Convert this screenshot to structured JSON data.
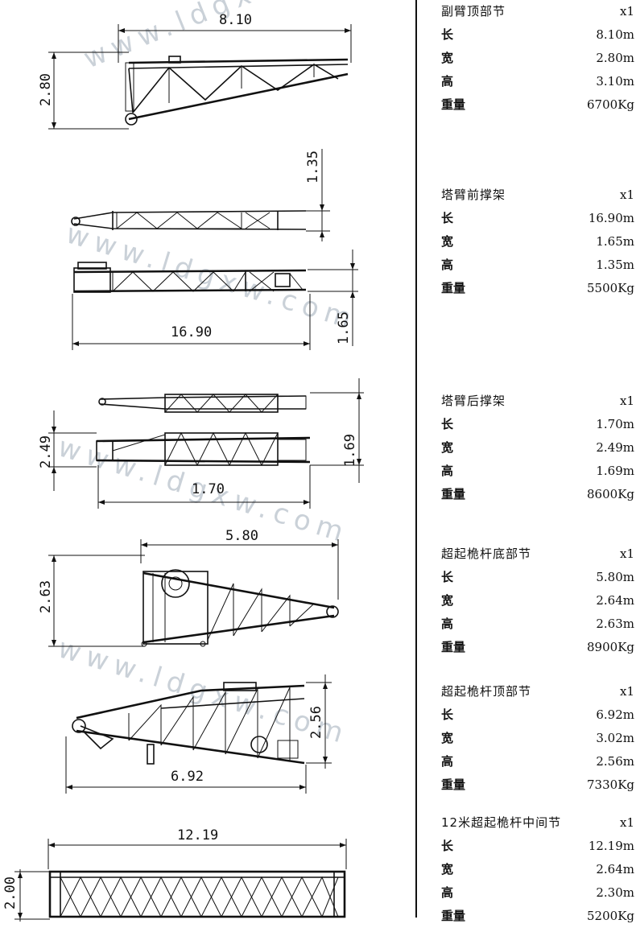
{
  "watermark": "www.ldgxw.com",
  "components": [
    {
      "name": "副臂顶部节",
      "qty": "x1",
      "rows": [
        {
          "label": "长",
          "value": "8.10m"
        },
        {
          "label": "宽",
          "value": "2.80m"
        },
        {
          "label": "高",
          "value": "3.10m"
        },
        {
          "label": "重量",
          "value": "6700Kg"
        }
      ]
    },
    {
      "name": "塔臂前撑架",
      "qty": "x1",
      "rows": [
        {
          "label": "长",
          "value": "16.90m"
        },
        {
          "label": "宽",
          "value": "1.65m"
        },
        {
          "label": "高",
          "value": "1.35m"
        },
        {
          "label": "重量",
          "value": "5500Kg"
        }
      ]
    },
    {
      "name": "塔臂后撑架",
      "qty": "x1",
      "rows": [
        {
          "label": "长",
          "value": "1.70m"
        },
        {
          "label": "宽",
          "value": "2.49m"
        },
        {
          "label": "高",
          "value": "1.69m"
        },
        {
          "label": "重量",
          "value": "8600Kg"
        }
      ]
    },
    {
      "name": "超起桅杆底部节",
      "qty": "x1",
      "rows": [
        {
          "label": "长",
          "value": "5.80m"
        },
        {
          "label": "宽",
          "value": "2.64m"
        },
        {
          "label": "高",
          "value": "2.63m"
        },
        {
          "label": "重量",
          "value": "8900Kg"
        }
      ]
    },
    {
      "name": "超起桅杆顶部节",
      "qty": "x1",
      "rows": [
        {
          "label": "长",
          "value": "6.92m"
        },
        {
          "label": "宽",
          "value": "3.02m"
        },
        {
          "label": "高",
          "value": "2.56m"
        },
        {
          "label": "重量",
          "value": "7330Kg"
        }
      ]
    },
    {
      "name": "12米超起桅杆中间节",
      "qty": "x1",
      "rows": [
        {
          "label": "长",
          "value": "12.19m"
        },
        {
          "label": "宽",
          "value": "2.64m"
        },
        {
          "label": "高",
          "value": "2.30m"
        },
        {
          "label": "重量",
          "value": "5200Kg"
        }
      ]
    }
  ],
  "dimensions": {
    "d1_len": "8.10",
    "d1_h": "2.80",
    "d2_h1": "1.35",
    "d2_len": "16.90",
    "d2_h2": "1.65",
    "d3_h1": "2.49",
    "d3_len": "1.70",
    "d3_h2": "1.69",
    "d4_len": "5.80",
    "d4_h": "2.63",
    "d5_h": "2.56",
    "d5_len": "6.92",
    "d6_len": "12.19",
    "d6_h": "2.00"
  }
}
